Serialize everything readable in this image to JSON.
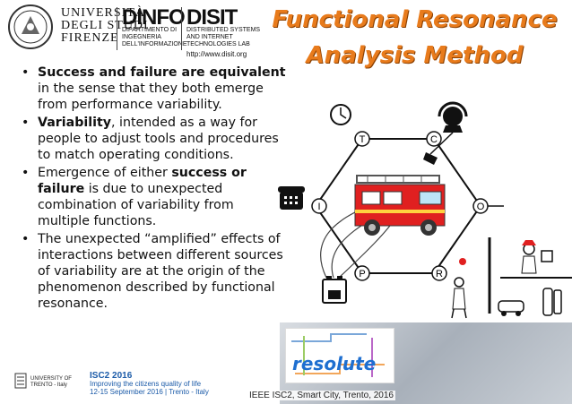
{
  "header": {
    "university_lines": [
      "UNIVERSITÀ",
      "DEGLI STUDI",
      "FIRENZE"
    ],
    "dinfo_title": "DINFO",
    "dinfo_lines": [
      "DIPARTIMENTO DI",
      "INGEGNERIA",
      "DELL'INFORMAZIONE"
    ],
    "disit_title": "DISIT",
    "disit_lines": [
      "DISTRIBUTED SYSTEMS",
      "AND INTERNET",
      "TECHNOLOGIES LAB"
    ],
    "disit_url": "http://www.disit.org"
  },
  "title": {
    "line1": "Functional Resonance",
    "line2": "Analysis Method"
  },
  "bullets": [
    {
      "bold": "Success and failure are equivalent",
      "rest": " in the sense that they both emerge from performance variability."
    },
    {
      "bold": "Variability",
      "rest": ", intended as a way for people to adjust tools and procedures to match operating conditions."
    },
    {
      "pre": "Emergence of either ",
      "bold": "success or failure",
      "rest": " is due to unexpected combination of variability from multiple functions."
    },
    {
      "pre": "",
      "bold": "",
      "rest": "The unexpected “amplified” effects of interactions between different sources of variability are at the origin of the phenomenon described by functional resonance."
    }
  ],
  "diagram": {
    "labels": {
      "T": "T",
      "C": "C",
      "I": "I",
      "O": "O",
      "P": "P",
      "R": "R"
    }
  },
  "footer": {
    "univ_trento": "UNIVERSITY OF TRENTO - Italy",
    "isc_title": "ISC2 2016",
    "isc_sub": "Improving the citizens quality of life",
    "isc_date": "12-15 September 2016 | Trento - Italy",
    "ieee": "IEEE ISC2, Smart City, Trento, 2016",
    "resolute": "resolute"
  },
  "colors": {
    "title": "#e87b1c",
    "accent": "#1e6fd0",
    "truck_red": "#e02020"
  }
}
